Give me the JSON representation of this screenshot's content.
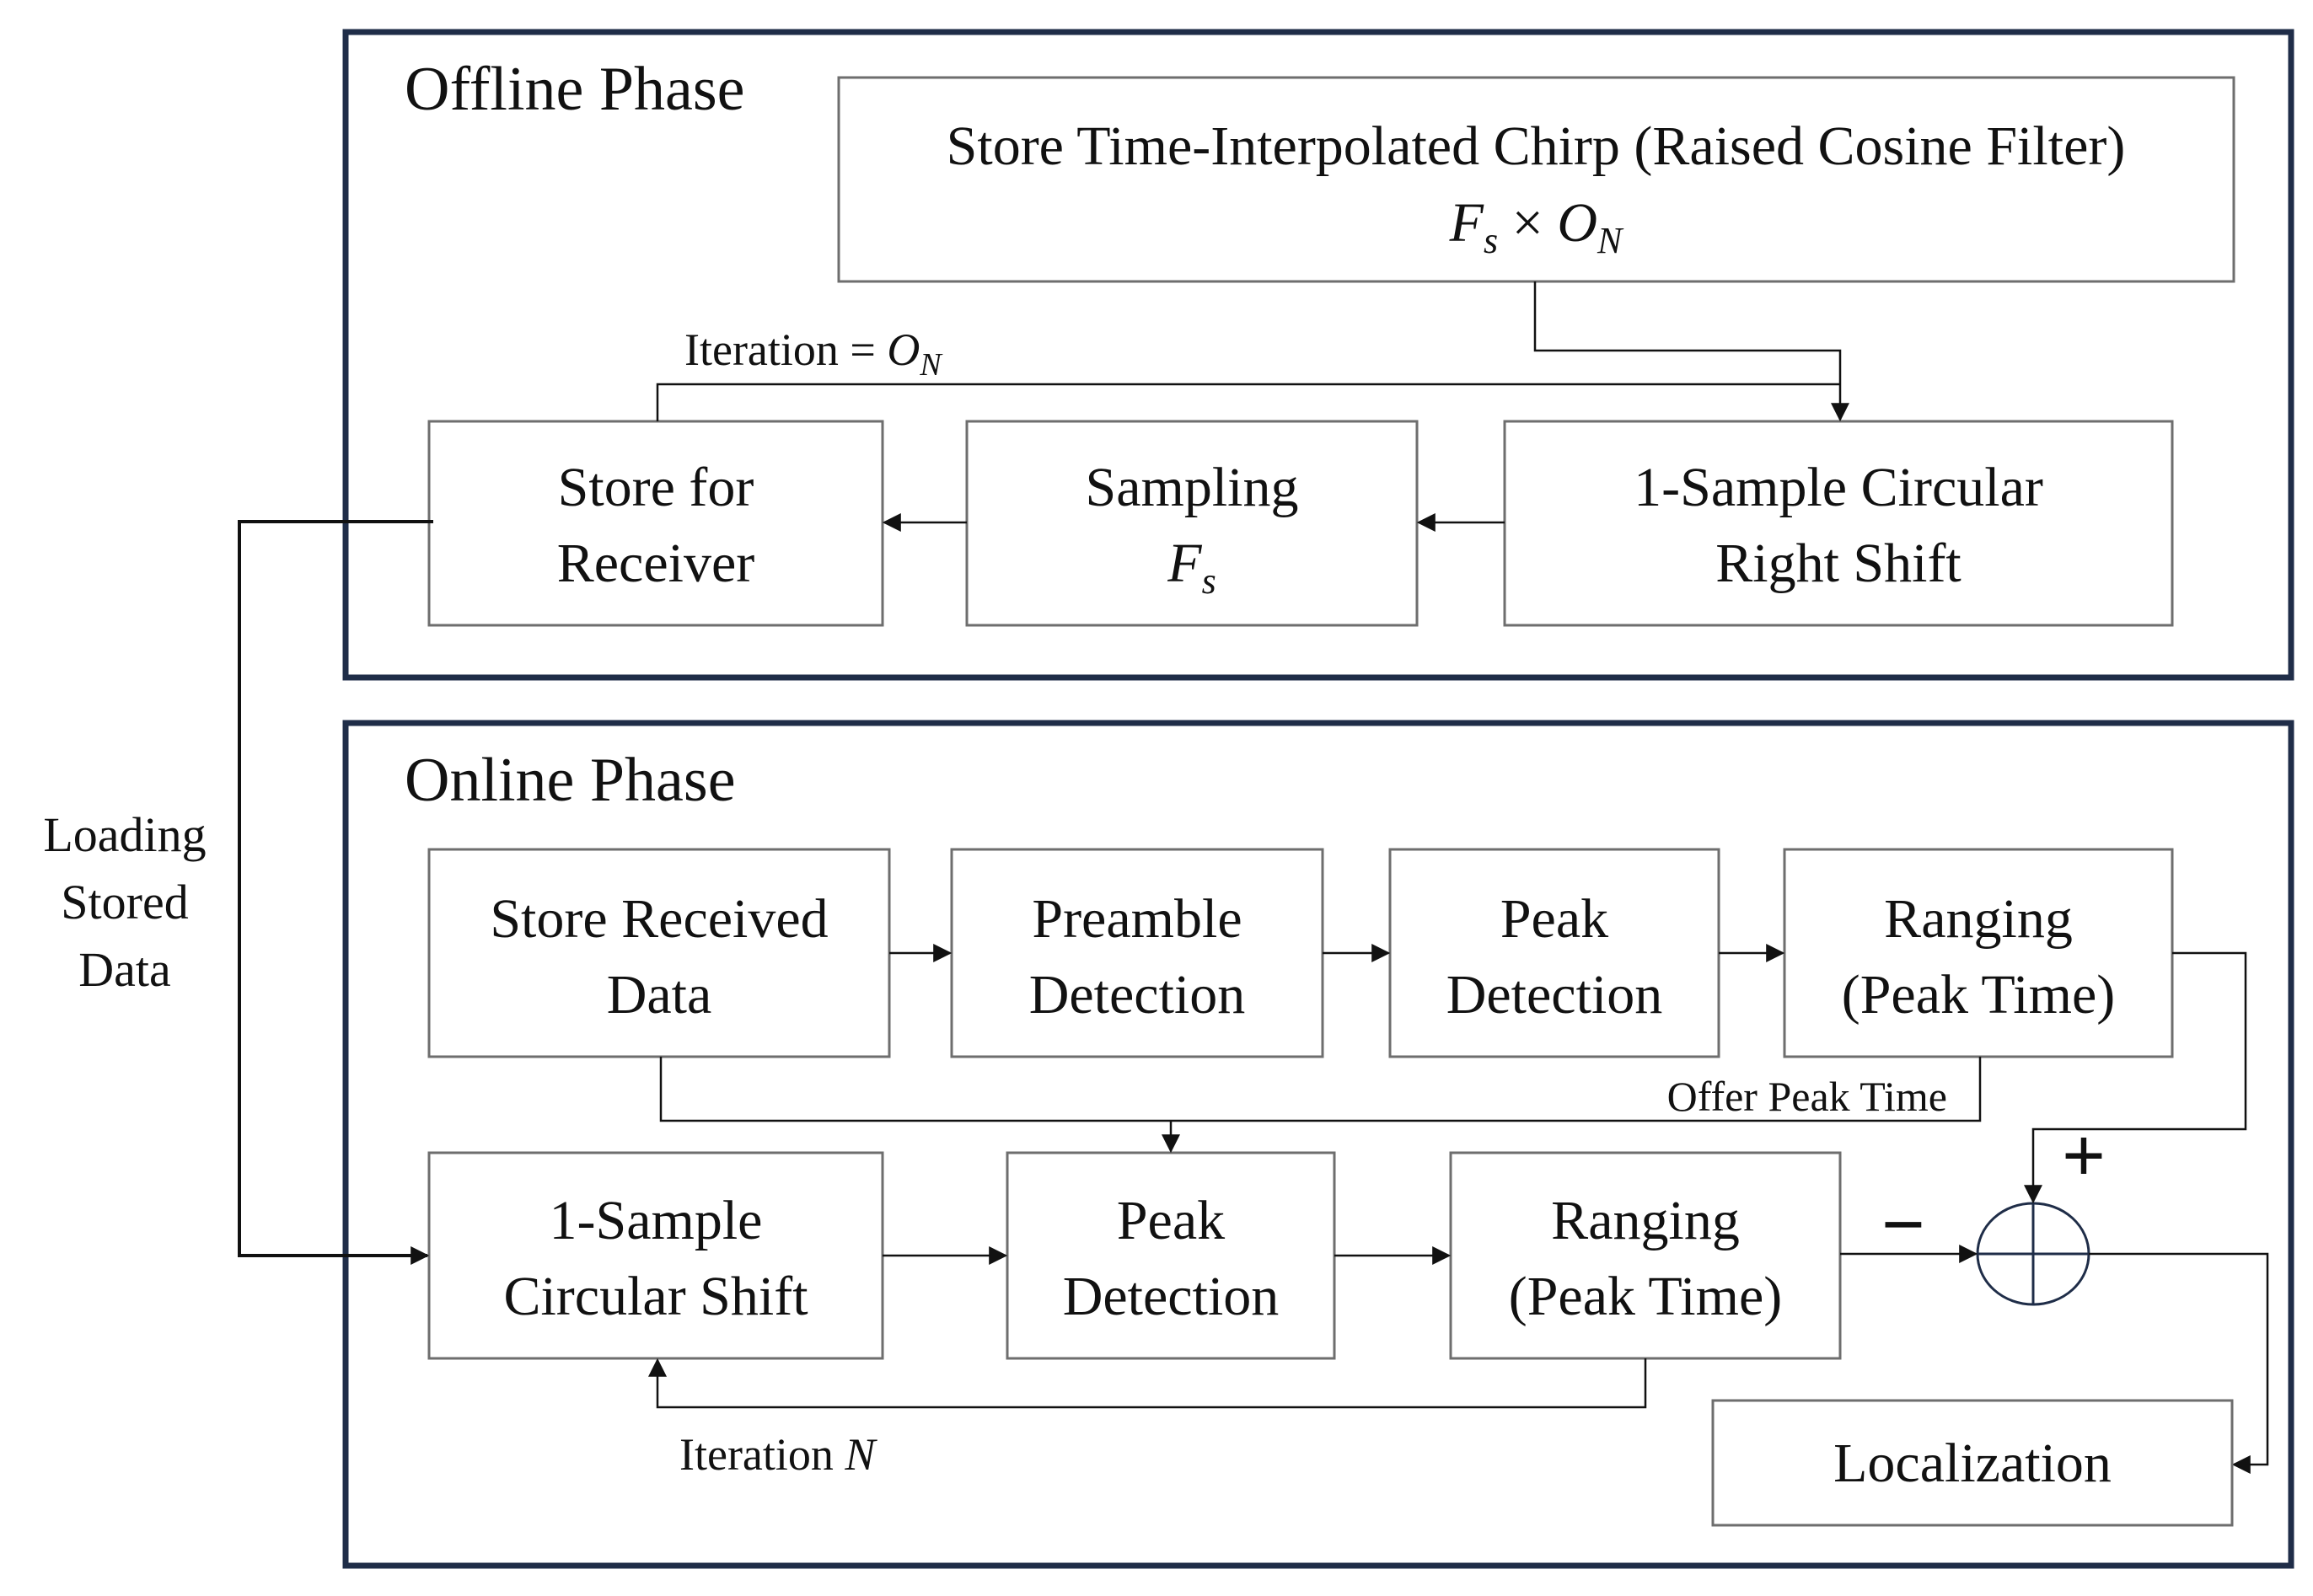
{
  "offline": {
    "title": "Offline Phase",
    "chirp_line1": "Store Time-Interpolated Chirp (Raised Cosine Filter)",
    "chirp_formula": {
      "a": "F",
      "a_sub": "s",
      "op": " × ",
      "b": "O",
      "b_sub": "N"
    },
    "iteration_label": {
      "text": "Iteration = ",
      "var": "O",
      "sub": "N"
    },
    "store_line1": "Store for",
    "store_line2": "Receiver",
    "sampling_line1": "Sampling",
    "sampling_formula": {
      "var": "F",
      "sub": "s"
    },
    "shift_line1": "1-Sample Circular",
    "shift_line2": "Right Shift"
  },
  "online": {
    "title": "Online Phase",
    "received_line1": "Store Received",
    "received_line2": "Data",
    "preamble_line1": "Preamble",
    "preamble_line2": "Detection",
    "peak1_line1": "Peak",
    "peak1_line2": "Detection",
    "ranging1_line1": "Ranging",
    "ranging1_line2": "(Peak Time)",
    "offer_label": "Offer Peak Time",
    "circ_line1": "1-Sample",
    "circ_line2": "Circular Shift",
    "peak2_line1": "Peak",
    "peak2_line2": "Detection",
    "ranging2_line1": "Ranging",
    "ranging2_line2": "(Peak Time)",
    "plus_sign": "+",
    "minus_sign": "−",
    "iteration_label": {
      "text": "Iteration ",
      "var": "N"
    },
    "localization": "Localization"
  },
  "side_label": {
    "line1": "Loading",
    "line2": "Stored",
    "line3": "Data"
  },
  "colors": {
    "phase_border": "#1f2d48",
    "box_border": "#6e6e6e",
    "sum_circle": "#1f2d48"
  }
}
